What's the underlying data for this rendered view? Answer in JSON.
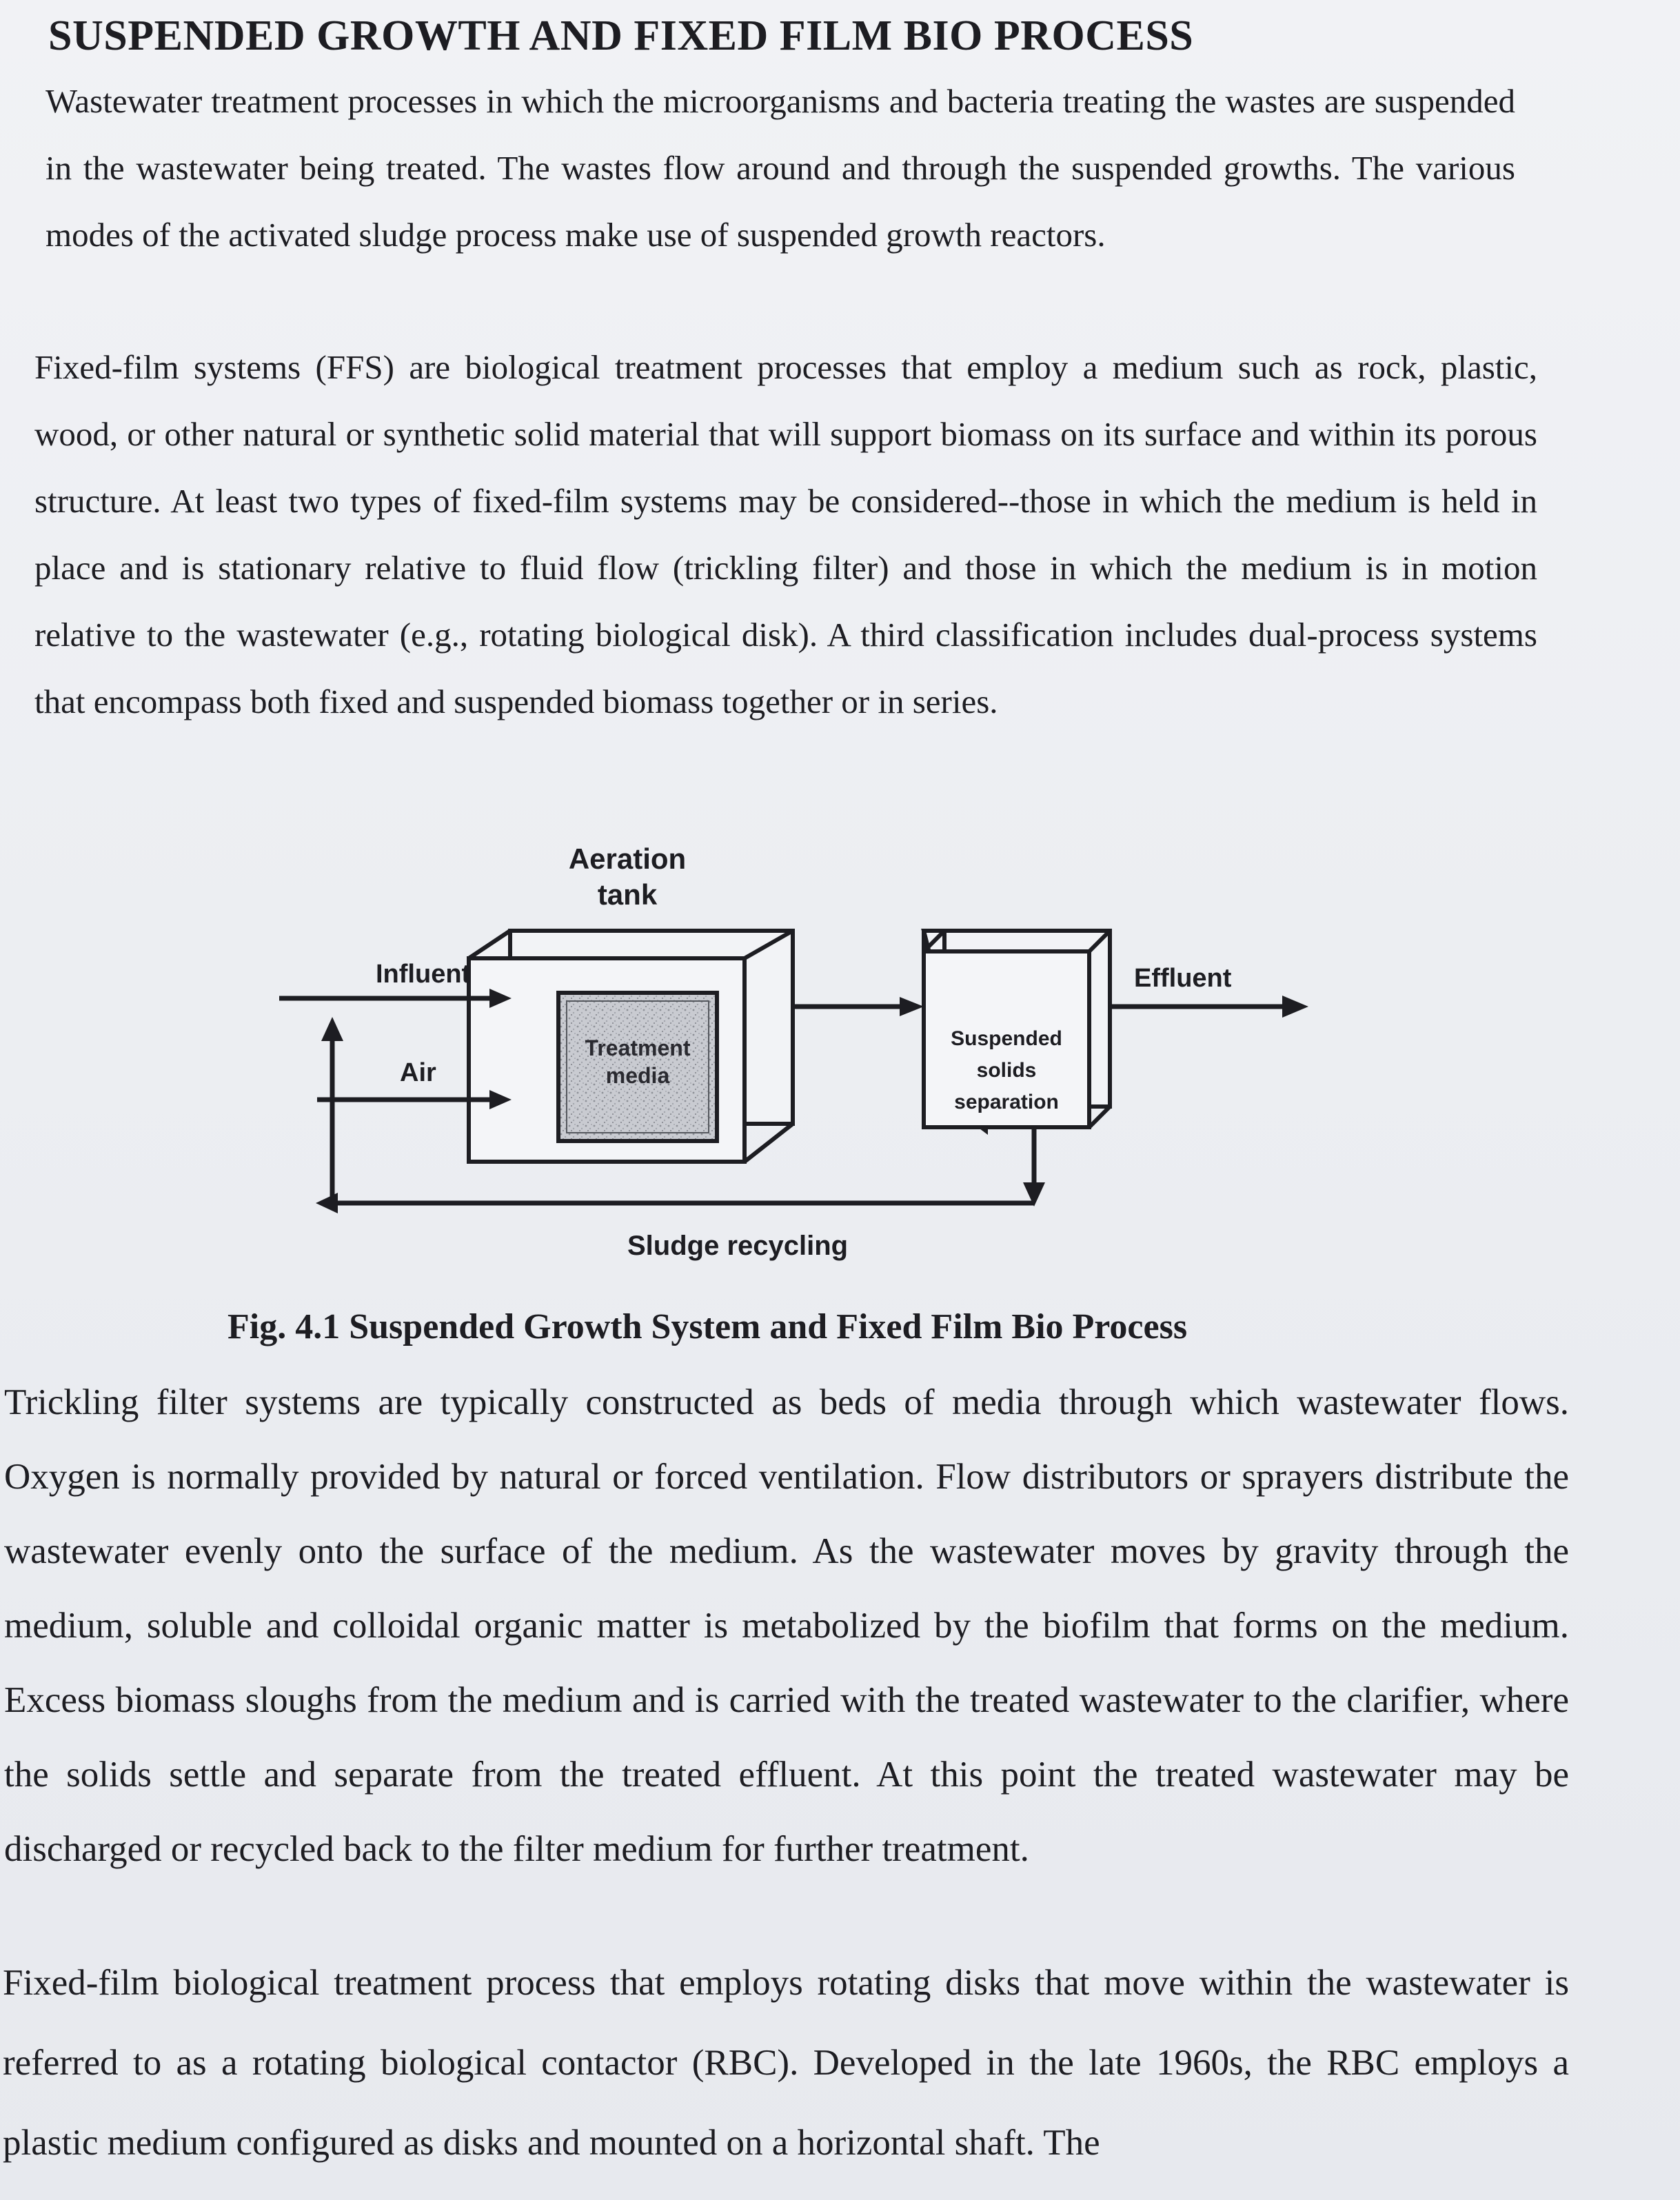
{
  "document": {
    "heading": "SUSPENDED GROWTH AND FIXED FILM BIO PROCESS",
    "paragraph_1": "Wastewater treatment processes in which the microorganisms and bacteria treating the wastes are suspended in the wastewater being treated. The wastes flow around and through the suspended growths. The various modes of the activated sludge process make use of suspended growth reactors.",
    "paragraph_2": "Fixed-film systems (FFS) are biological treatment processes that employ a medium such as rock, plastic, wood, or other natural or synthetic solid material that will support biomass on its surface and within its porous structure. At least two types of fixed-film systems may be considered--those in which the medium is held in place and is stationary relative to fluid flow (trickling filter) and those in which the medium is in motion relative to the wastewater (e.g., rotating biological disk). A third classification includes dual-process systems that encompass both fixed and suspended biomass together or in series.",
    "figure_caption": "Fig. 4.1 Suspended Growth System and Fixed Film Bio Process",
    "paragraph_3": "Trickling filter systems are typically constructed as beds of media through which wastewater flows. Oxygen is normally provided by natural or forced ventilation. Flow distributors or sprayers distribute the wastewater evenly onto the surface of the medium. As the wastewater moves by gravity through the medium, soluble and colloidal organic matter is metabolized by the biofilm that forms on the medium. Excess biomass sloughs from the medium and is carried with the treated wastewater to the clarifier, where the solids settle and separate from the treated effluent. At this point the treated wastewater may be discharged or recycled back to the filter medium for further treatment.",
    "paragraph_4": "Fixed-film biological treatment process that employs rotating disks that move within the wastewater is referred to as a rotating biological contactor (RBC). Developed in the late 1960s, the RBC employs a plastic medium configured as disks and mounted on a horizontal shaft. The"
  },
  "diagram": {
    "aeration_tank_line1": "Aeration",
    "aeration_tank_line2": "tank",
    "influent": "Influent",
    "air": "Air",
    "treatment_media_line1": "Treatment",
    "treatment_media_line2": "media",
    "separator_line1": "Suspended",
    "separator_line2": "solids",
    "separator_line3": "separation",
    "effluent": "Effluent",
    "sludge_recycling": "Sludge recycling"
  }
}
